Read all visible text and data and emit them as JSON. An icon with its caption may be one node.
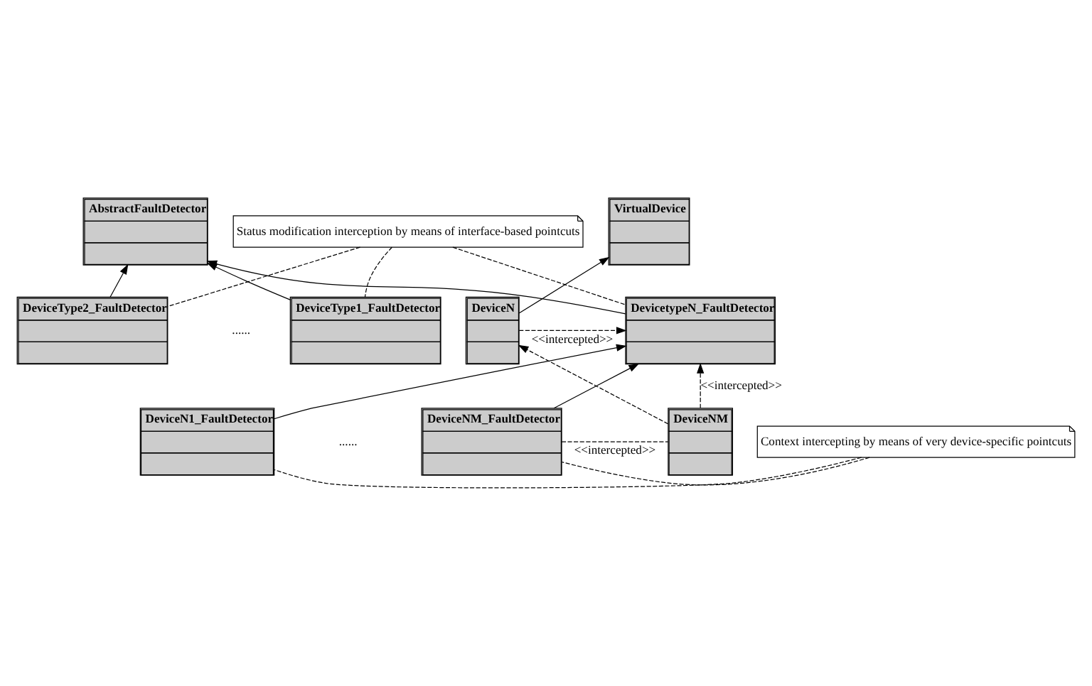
{
  "diagram": {
    "nodes": [
      {
        "text": [
          "AbstractFaultDetector"
        ]
      },
      {
        "text": [
          "Status modification interception by means of interface-based pointcuts"
        ]
      },
      {
        "text": [
          "VirtualDevice"
        ]
      },
      {
        "text": [
          "DeviceType1_FaultDetector"
        ]
      },
      {
        "text": [
          "DeviceType2_FaultDetector"
        ]
      },
      {
        "text": [
          "DevicetypeN_FaultDetector"
        ]
      },
      {
        "text": [
          "DeviceN"
        ]
      },
      {
        "text": [
          "Context intercepting by means of very device-specific pointcuts"
        ]
      },
      {
        "text": [
          "DeviceN1_FaultDetector"
        ]
      },
      {
        "text": [
          "DeviceNM_FaultDetector"
        ]
      },
      {
        "text": [
          "DeviceNM"
        ]
      }
    ],
    "edges": [
      {
        "from": 3,
        "to": 0,
        "arrow": "to"
      },
      {
        "from": 4,
        "to": 0,
        "arrow": "to"
      },
      {
        "from": 5,
        "to": 0,
        "arrow": "to"
      },
      {
        "from": 6,
        "to": 2,
        "arrow": "to"
      },
      {
        "from": 1,
        "to": 3,
        "arrow": "none",
        "style": "dashed"
      },
      {
        "from": 1,
        "to": 4,
        "arrow": "none",
        "style": "dashed"
      },
      {
        "from": 1,
        "to": 5,
        "arrow": "none",
        "style": "dashed"
      },
      {
        "from": 6,
        "to": 5,
        "arrow": "to",
        "style": "dashed",
        "label": "<<intercepted>>"
      },
      {
        "from": 10,
        "to": 5,
        "arrow": "to",
        "style": "dashed",
        "label": "<<intercepted>>"
      },
      {
        "from": 8,
        "to": 5,
        "arrow": "to"
      },
      {
        "from": 9,
        "to": 5,
        "arrow": "to"
      },
      {
        "from": 10,
        "to": 6,
        "arrow": "to",
        "style": "dashed"
      },
      {
        "from": 7,
        "to": 8,
        "arrow": "none",
        "style": "dashed"
      },
      {
        "from": 7,
        "to": 9,
        "arrow": "none",
        "style": "dashed"
      },
      {
        "from": 9,
        "to": 10,
        "arrow": "none",
        "style": "dashed",
        "label": "<<intercepted>>"
      }
    ],
    "labels": [
      "......",
      "......"
    ]
  }
}
